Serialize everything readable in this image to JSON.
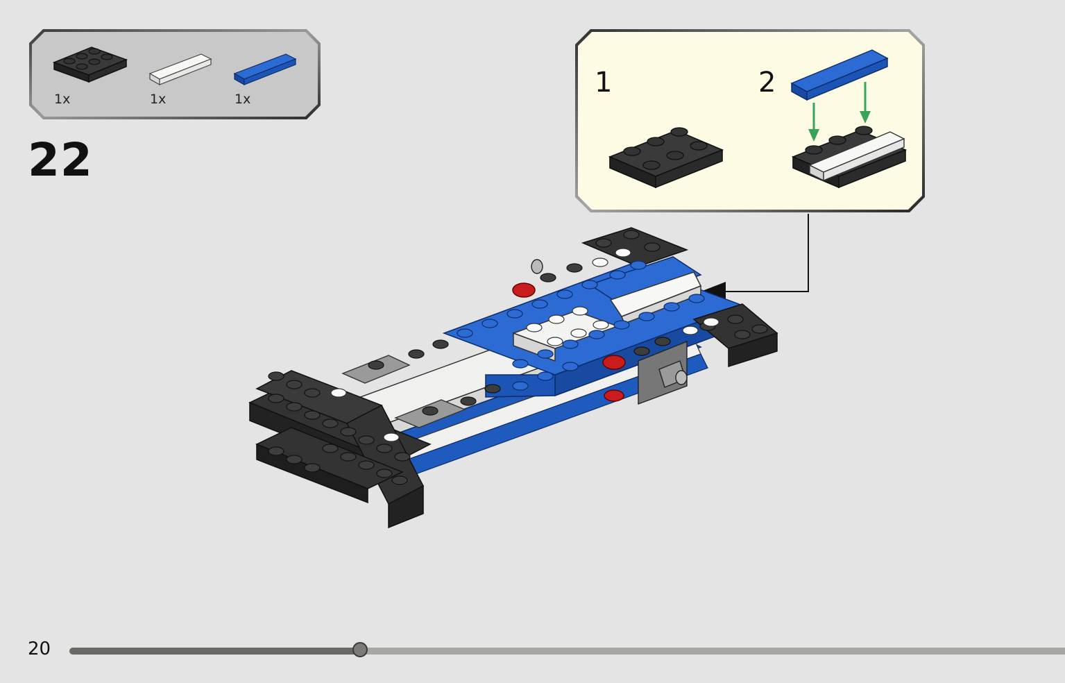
{
  "page": {
    "number": "20",
    "background": "#e4e4e4"
  },
  "step": {
    "number": "22"
  },
  "parts_list": {
    "items": [
      {
        "name": "black-plate-2x3",
        "color": "#2b2b2b",
        "qty": "1x"
      },
      {
        "name": "white-tile-1x4",
        "color": "#f2f2f0",
        "qty": "1x"
      },
      {
        "name": "blue-tile-1x4",
        "color": "#1f5bbf",
        "qty": "1x"
      }
    ]
  },
  "sub_assembly": {
    "background": "#fdfbe4",
    "steps": [
      {
        "number": "1"
      },
      {
        "number": "2"
      }
    ],
    "arrow_color": "#3aa35a"
  },
  "progress": {
    "fraction": 0.292
  },
  "colors": {
    "black_brick": "#2c2c2c",
    "blue_brick": "#1f5bbf",
    "white_brick": "#f0f0ee",
    "grey_brick": "#8c8c8c",
    "red_brick": "#c91d1d"
  }
}
